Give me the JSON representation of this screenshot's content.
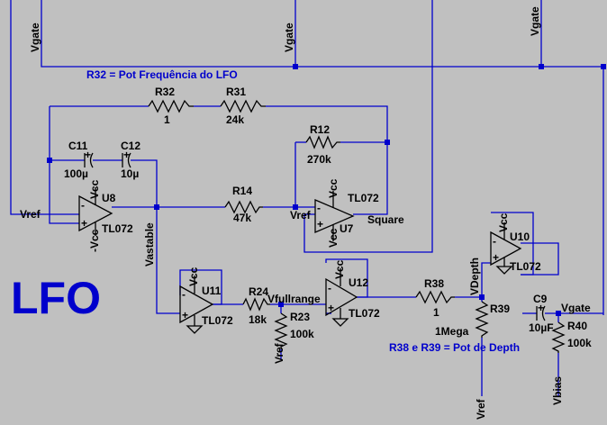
{
  "diagram": {
    "title": "LFO",
    "notes": {
      "r32_note": "R32 = Pot Frequência do LFO",
      "depth_note": "R38 e R39 = Pot de Depth"
    },
    "nets": {
      "vgate_top1": "Vgate",
      "vgate_top2": "Vgate",
      "vgate_top3": "Vgate",
      "vgate_right": "Vgate",
      "vref_u8": "Vref",
      "vref_u7": "Vref",
      "vref_r23": "Vref",
      "vref_r39": "Vref",
      "vastable": "Vastable",
      "vfullrange": "Vfullrange",
      "vdepth": "VDepth",
      "square": "Square",
      "vbias": "Vbias"
    },
    "resistors": [
      {
        "id": "r32",
        "ref": "R32",
        "value": "1"
      },
      {
        "id": "r31",
        "ref": "R31",
        "value": "24k"
      },
      {
        "id": "r12",
        "ref": "R12",
        "value": "270k"
      },
      {
        "id": "r14",
        "ref": "R14",
        "value": "47k"
      },
      {
        "id": "r24",
        "ref": "R24",
        "value": "18k"
      },
      {
        "id": "r23",
        "ref": "R23",
        "value": "100k"
      },
      {
        "id": "r38",
        "ref": "R38",
        "value": "1"
      },
      {
        "id": "r39",
        "ref": "R39",
        "value": "1Mega"
      },
      {
        "id": "r40",
        "ref": "R40",
        "value": "100k"
      }
    ],
    "capacitors": [
      {
        "id": "c11",
        "ref": "C11",
        "value": "100µ"
      },
      {
        "id": "c12",
        "ref": "C12",
        "value": "10µ"
      },
      {
        "id": "c9",
        "ref": "C9",
        "value": "10µF"
      }
    ],
    "opamps": [
      {
        "id": "u8",
        "ref": "U8",
        "model": "TL072",
        "vpos": "Vcc",
        "vneg": "-Vcc"
      },
      {
        "id": "u7",
        "ref": "U7",
        "model": "TL072",
        "vpos": "Vcc",
        "vneg": "Vcc"
      },
      {
        "id": "u11",
        "ref": "U11",
        "model": "TL072",
        "vpos": "Vcc"
      },
      {
        "id": "u12",
        "ref": "U12",
        "model": "TL072",
        "vpos": "Vcc"
      },
      {
        "id": "u10",
        "ref": "U10",
        "model": "TL072",
        "vpos": "Vcc"
      }
    ],
    "pin_marks": {
      "plus": "+",
      "minus": "-"
    }
  }
}
